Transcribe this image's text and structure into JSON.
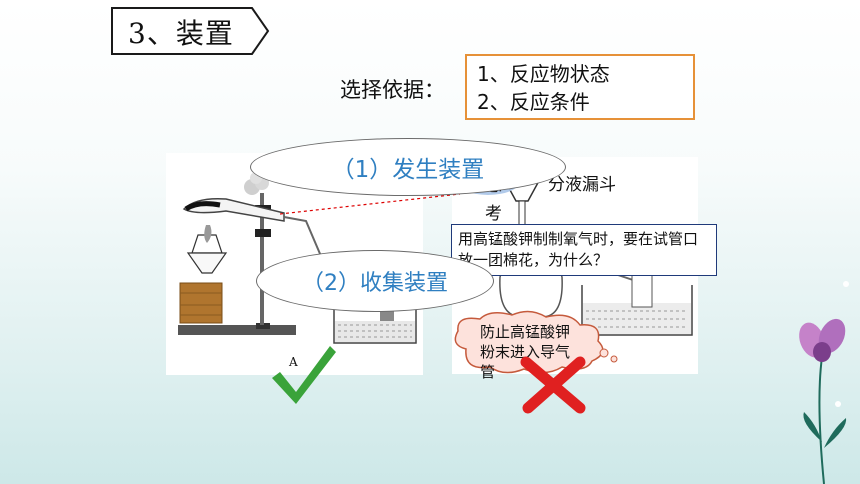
{
  "section": {
    "title": "3、装置"
  },
  "basis": {
    "label": "选择依据：",
    "items": [
      "1、反应物状态",
      "2、反应条件"
    ]
  },
  "generation": {
    "label": "（1）发生装置"
  },
  "collection": {
    "label": "（2）收集装置"
  },
  "diagram": {
    "think_label": "思考",
    "funnel_label": "分液漏斗",
    "apparatus_letter": "A"
  },
  "question": {
    "text": "用高锰酸钾制制氧气时，要在试管口放一团棉花，为什么？"
  },
  "answer": {
    "text": "防止高锰酸钾粉末进入导气管"
  },
  "colors": {
    "accent_blue": "#2f7fc1",
    "box_orange": "#e69138",
    "check_green": "#3aa33a",
    "cross_red": "#e02020"
  }
}
